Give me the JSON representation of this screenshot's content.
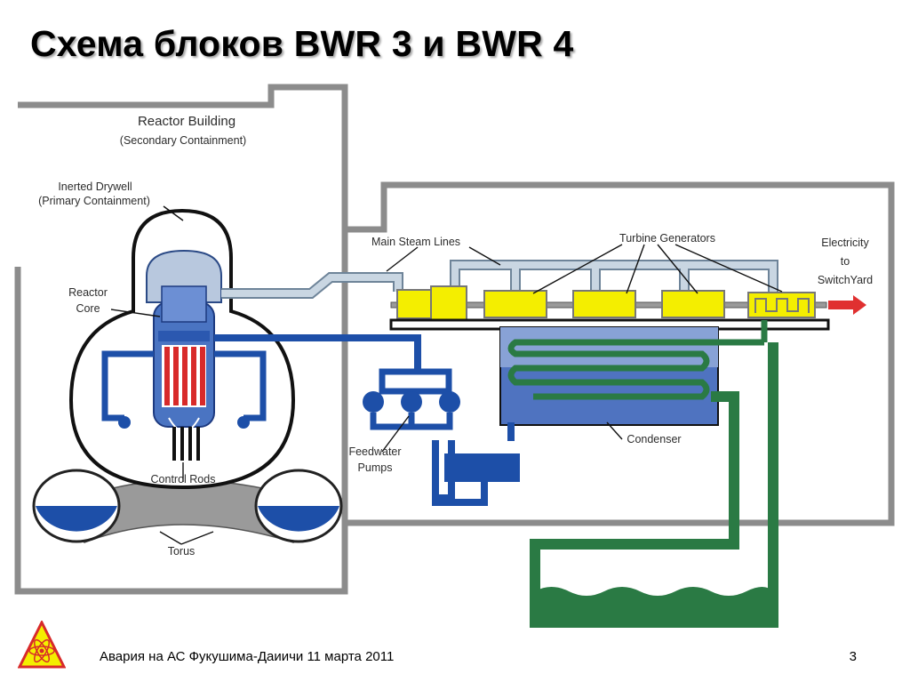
{
  "title": "Схема блоков BWR 3 и BWR 4",
  "labels": {
    "reactor_building": "Reactor Building",
    "secondary_containment": "(Secondary Containment)",
    "inerted_drywell": "Inerted Drywell",
    "primary_containment": "(Primary Containment)",
    "reactor": "Reactor",
    "core": "Core",
    "control_rods": "Control Rods",
    "torus": "Torus",
    "main_steam_lines": "Main Steam Lines",
    "turbine_generators": "Turbine Generators",
    "electricity": "Electricity",
    "to": "to",
    "switchyard": "SwitchYard",
    "feedwater": "Feedwater",
    "pumps": "Pumps",
    "condenser": "Condenser"
  },
  "footer": {
    "text": "Авария на АС Фукушима-Даиичи 11 марта 2011",
    "page": "3"
  },
  "colors": {
    "building_wall": "#8c8c8c",
    "steam": "#c9d6e2",
    "water": "#1d4fa8",
    "cooling_water": "#2a7a44",
    "turbine": "#f4ee00",
    "fuel_rods": "#d82a2a",
    "arrow": "#e03030"
  }
}
